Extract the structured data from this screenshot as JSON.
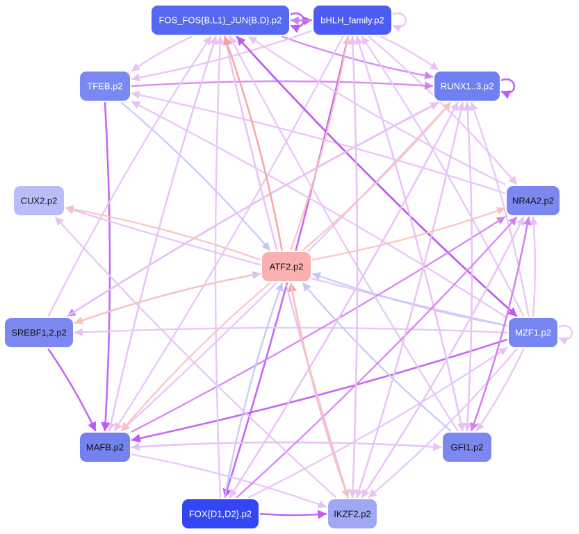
{
  "palette": {
    "pink": "#e8c2f5",
    "purple": "#c05af2",
    "magenta": "#d580f0",
    "salmon": "#f8a0a0",
    "lightsalmon": "#f9c2c2",
    "periwinkle": "#c4c8f5",
    "white": "#ffffff",
    "dark_text": "#111111"
  },
  "nodes": [
    {
      "id": "FOS",
      "label": "FOS_FOS{B,L1}_JUN{B,D}.p2",
      "fill": "#5568f0",
      "text_color": "#ffffff"
    },
    {
      "id": "bHLH",
      "label": "bHLH_family.p2",
      "fill": "#4c5cf2",
      "text_color": "#ffffff"
    },
    {
      "id": "TFEB",
      "label": "TFEB.p2",
      "fill": "#7a88f2",
      "text_color": "#ffffff"
    },
    {
      "id": "RUNX",
      "label": "RUNX1..3.p2",
      "fill": "#6e80f2",
      "text_color": "#ffffff"
    },
    {
      "id": "CUX2",
      "label": "CUX2.p2",
      "fill": "#b8bdf8",
      "text_color": "#111111"
    },
    {
      "id": "NR4A2",
      "label": "NR4A2.p2",
      "fill": "#7c88f0",
      "text_color": "#111111"
    },
    {
      "id": "ATF2",
      "label": "ATF2.p2",
      "fill": "#f9b0b0",
      "text_color": "#111111"
    },
    {
      "id": "SREBF",
      "label": "SREBF1,2.p2",
      "fill": "#7c88f0",
      "text_color": "#111111"
    },
    {
      "id": "MZF1",
      "label": "MZF1.p2",
      "fill": "#7886f2",
      "text_color": "#ffffff"
    },
    {
      "id": "MAFB",
      "label": "MAFB.p2",
      "fill": "#7482f0",
      "text_color": "#111111"
    },
    {
      "id": "GFI1",
      "label": "GFI1.p2",
      "fill": "#7c88f0",
      "text_color": "#111111"
    },
    {
      "id": "FOX",
      "label": "FOX{D1,D2}.p2",
      "fill": "#3446f4",
      "text_color": "#ffffff"
    },
    {
      "id": "IKZF2",
      "label": "IKZF2.p2",
      "fill": "#a0a8f6",
      "text_color": "#111111"
    }
  ],
  "edges": [
    {
      "from": "FOS",
      "to": "FOS",
      "color": "purple"
    },
    {
      "from": "bHLH",
      "to": "bHLH",
      "color": "pink"
    },
    {
      "from": "RUNX",
      "to": "RUNX",
      "color": "purple"
    },
    {
      "from": "MZF1",
      "to": "MZF1",
      "color": "pink"
    },
    {
      "from": "FOS",
      "to": "bHLH",
      "color": "purple"
    },
    {
      "from": "bHLH",
      "to": "FOS",
      "color": "magenta"
    },
    {
      "from": "FOS",
      "to": "TFEB",
      "color": "pink"
    },
    {
      "from": "FOS",
      "to": "RUNX",
      "color": "magenta"
    },
    {
      "from": "FOS",
      "to": "MZF1",
      "color": "purple"
    },
    {
      "from": "FOS",
      "to": "MAFB",
      "color": "pink"
    },
    {
      "from": "FOS",
      "to": "IKZF2",
      "color": "pink"
    },
    {
      "from": "bHLH",
      "to": "TFEB",
      "color": "pink"
    },
    {
      "from": "bHLH",
      "to": "RUNX",
      "color": "pink"
    },
    {
      "from": "bHLH",
      "to": "FOX",
      "color": "purple"
    },
    {
      "from": "bHLH",
      "to": "GFI1",
      "color": "pink"
    },
    {
      "from": "bHLH",
      "to": "MAFB",
      "color": "pink"
    },
    {
      "from": "bHLH",
      "to": "IKZF2",
      "color": "pink"
    },
    {
      "from": "bHLH",
      "to": "NR4A2",
      "color": "pink"
    },
    {
      "from": "TFEB",
      "to": "RUNX",
      "color": "magenta"
    },
    {
      "from": "TFEB",
      "to": "MAFB",
      "color": "purple"
    },
    {
      "from": "TFEB",
      "to": "ATF2",
      "color": "periwinkle"
    },
    {
      "from": "RUNX",
      "to": "SREBF",
      "color": "magenta"
    },
    {
      "from": "RUNX",
      "to": "MAFB",
      "color": "pink"
    },
    {
      "from": "RUNX",
      "to": "GFI1",
      "color": "pink"
    },
    {
      "from": "RUNX",
      "to": "IKZF2",
      "color": "pink"
    },
    {
      "from": "RUNX",
      "to": "FOX",
      "color": "pink"
    },
    {
      "from": "NR4A2",
      "to": "TFEB",
      "color": "pink"
    },
    {
      "from": "NR4A2",
      "to": "FOS",
      "color": "pink"
    },
    {
      "from": "MZF1",
      "to": "FOS",
      "color": "purple"
    },
    {
      "from": "MZF1",
      "to": "bHLH",
      "color": "pink"
    },
    {
      "from": "MZF1",
      "to": "CUX2",
      "color": "pink"
    },
    {
      "from": "MZF1",
      "to": "SREBF",
      "color": "pink"
    },
    {
      "from": "MZF1",
      "to": "MAFB",
      "color": "purple"
    },
    {
      "from": "MZF1",
      "to": "NR4A2",
      "color": "pink"
    },
    {
      "from": "MZF1",
      "to": "RUNX",
      "color": "pink"
    },
    {
      "from": "MZF1",
      "to": "ATF2",
      "color": "periwinkle"
    },
    {
      "from": "MZF1",
      "to": "IKZF2",
      "color": "pink"
    },
    {
      "from": "MZF1",
      "to": "TFEB",
      "color": "pink"
    },
    {
      "from": "MAFB",
      "to": "GFI1",
      "color": "pink"
    },
    {
      "from": "GFI1",
      "to": "MAFB",
      "color": "pink"
    },
    {
      "from": "MAFB",
      "to": "FOS",
      "color": "pink"
    },
    {
      "from": "MAFB",
      "to": "NR4A2",
      "color": "magenta"
    },
    {
      "from": "MAFB",
      "to": "IKZF2",
      "color": "pink"
    },
    {
      "from": "GFI1",
      "to": "FOS",
      "color": "pink"
    },
    {
      "from": "GFI1",
      "to": "RUNX",
      "color": "pink"
    },
    {
      "from": "GFI1",
      "to": "ATF2",
      "color": "periwinkle"
    },
    {
      "from": "GFI1",
      "to": "NR4A2",
      "color": "magenta"
    },
    {
      "from": "GFI1",
      "to": "bHLH",
      "color": "pink"
    },
    {
      "from": "FOX",
      "to": "IKZF2",
      "color": "purple"
    },
    {
      "from": "FOX",
      "to": "ATF2",
      "color": "periwinkle"
    },
    {
      "from": "FOX",
      "to": "FOS",
      "color": "pink"
    },
    {
      "from": "FOX",
      "to": "MZF1",
      "color": "pink"
    },
    {
      "from": "FOX",
      "to": "NR4A2",
      "color": "magenta"
    },
    {
      "from": "FOX",
      "to": "RUNX",
      "color": "pink"
    },
    {
      "from": "IKZF2",
      "to": "FOS",
      "color": "pink"
    },
    {
      "from": "IKZF2",
      "to": "bHLH",
      "color": "pink"
    },
    {
      "from": "IKZF2",
      "to": "ATF2",
      "color": "salmon"
    },
    {
      "from": "IKZF2",
      "to": "NR4A2",
      "color": "pink"
    },
    {
      "from": "IKZF2",
      "to": "RUNX",
      "color": "pink"
    },
    {
      "from": "IKZF2",
      "to": "CUX2",
      "color": "pink"
    },
    {
      "from": "SREBF",
      "to": "MAFB",
      "color": "purple"
    },
    {
      "from": "SREBF",
      "to": "ATF2",
      "color": "periwinkle"
    },
    {
      "from": "SREBF",
      "to": "RUNX",
      "color": "pink"
    },
    {
      "from": "SREBF",
      "to": "FOS",
      "color": "pink"
    },
    {
      "from": "ATF2",
      "to": "FOS",
      "color": "salmon"
    },
    {
      "from": "ATF2",
      "to": "bHLH",
      "color": "lightsalmon"
    },
    {
      "from": "ATF2",
      "to": "CUX2",
      "color": "lightsalmon"
    },
    {
      "from": "ATF2",
      "to": "SREBF",
      "color": "lightsalmon"
    },
    {
      "from": "ATF2",
      "to": "MAFB",
      "color": "lightsalmon"
    },
    {
      "from": "ATF2",
      "to": "NR4A2",
      "color": "lightsalmon"
    },
    {
      "from": "ATF2",
      "to": "RUNX",
      "color": "lightsalmon"
    },
    {
      "from": "ATF2",
      "to": "IKZF2",
      "color": "lightsalmon"
    },
    {
      "from": "MZF1",
      "to": "GFI1",
      "color": "pink"
    },
    {
      "from": "NR4A2",
      "to": "GFI1",
      "color": "magenta"
    },
    {
      "from": "NR4A2",
      "to": "IKZF2",
      "color": "pink"
    }
  ]
}
